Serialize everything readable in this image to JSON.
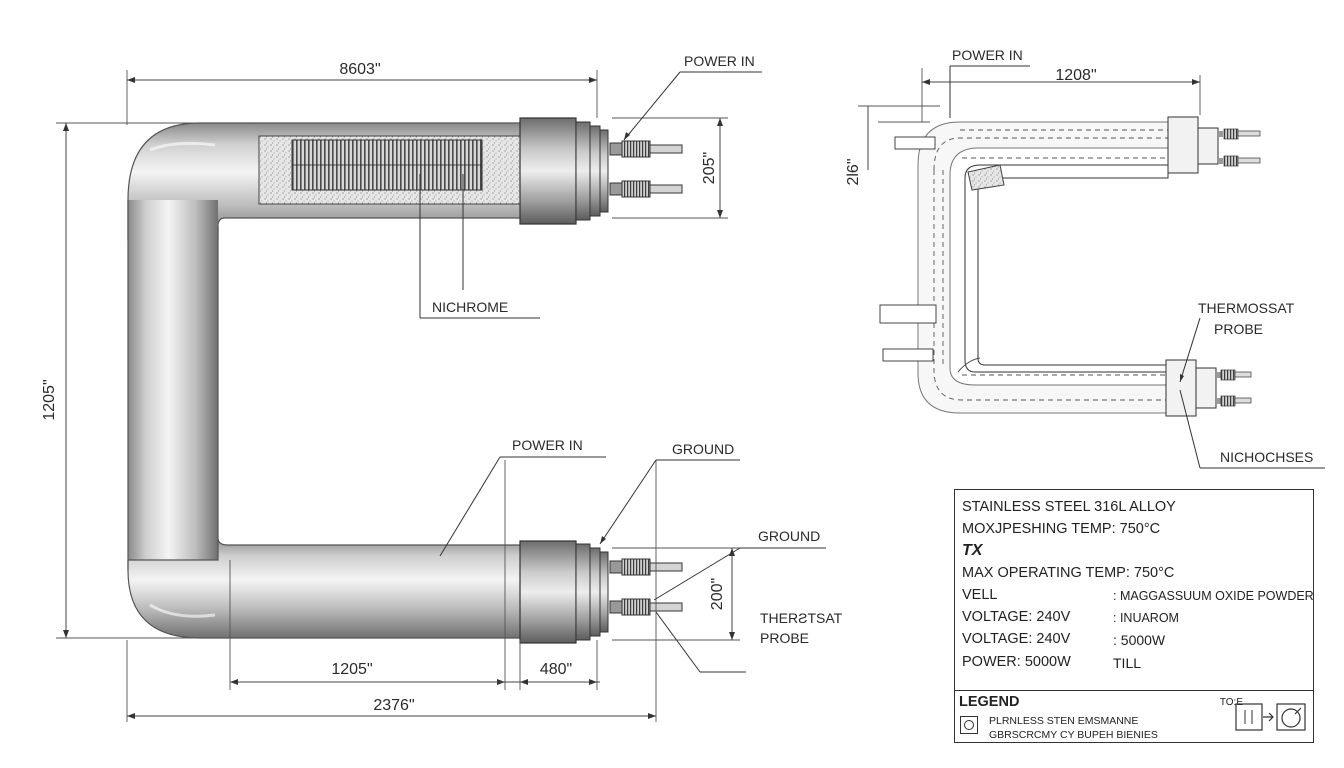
{
  "main_view": {
    "dims": {
      "top_length": "8603\"",
      "left_height": "1205\"",
      "terminal_height": "205\"",
      "bottom_inner": "1205\"",
      "terminal_length": "480\"",
      "overall_length": "2376\"",
      "lower_terminal_height": "200\""
    },
    "labels": {
      "power_in_top": "POWER IN",
      "nichrome": "NICHROME",
      "power_in_bottom": "POWER IN",
      "ground_upper": "GROUND",
      "ground_lower": "GROUND",
      "thermostat_line1": "THERƧTSAT",
      "thermostat_line2": "PROBE"
    }
  },
  "side_view": {
    "dims": {
      "top_length": "1208\"",
      "height": "2Ɩ6\""
    },
    "labels": {
      "power_in": "POWER IN",
      "thermostat_line1": "THERMOSSAT",
      "thermostat_line2": "PROBE",
      "nichochses": "NICHOCHSES"
    }
  },
  "spec_box": {
    "line1": "STAINLESS STEEL 316L ALLOY",
    "line2": "MOXJPESHING TEMP: 750°C",
    "line3": "TX",
    "line4": "MAX OPERATING TEMP: 750°C",
    "line5_left": "VELL",
    "line5_right": ": MAGGASSUUM OXIDE POWDER",
    "line6_left": "VOLTAGE: 240V",
    "line6_right": ": INUAROM",
    "line7_left": "VOLTAGE: 240V",
    "line7_right": ": 5000W",
    "line8_left": "POWER: 5000W",
    "line8_right": "TILL",
    "legend": {
      "title": "LEGEND",
      "note": "TO:E",
      "row1": "PLRNLESS STEN EMSMANNE",
      "row2": "GBRSCRCMY CY BUPEH BIENIES"
    }
  }
}
